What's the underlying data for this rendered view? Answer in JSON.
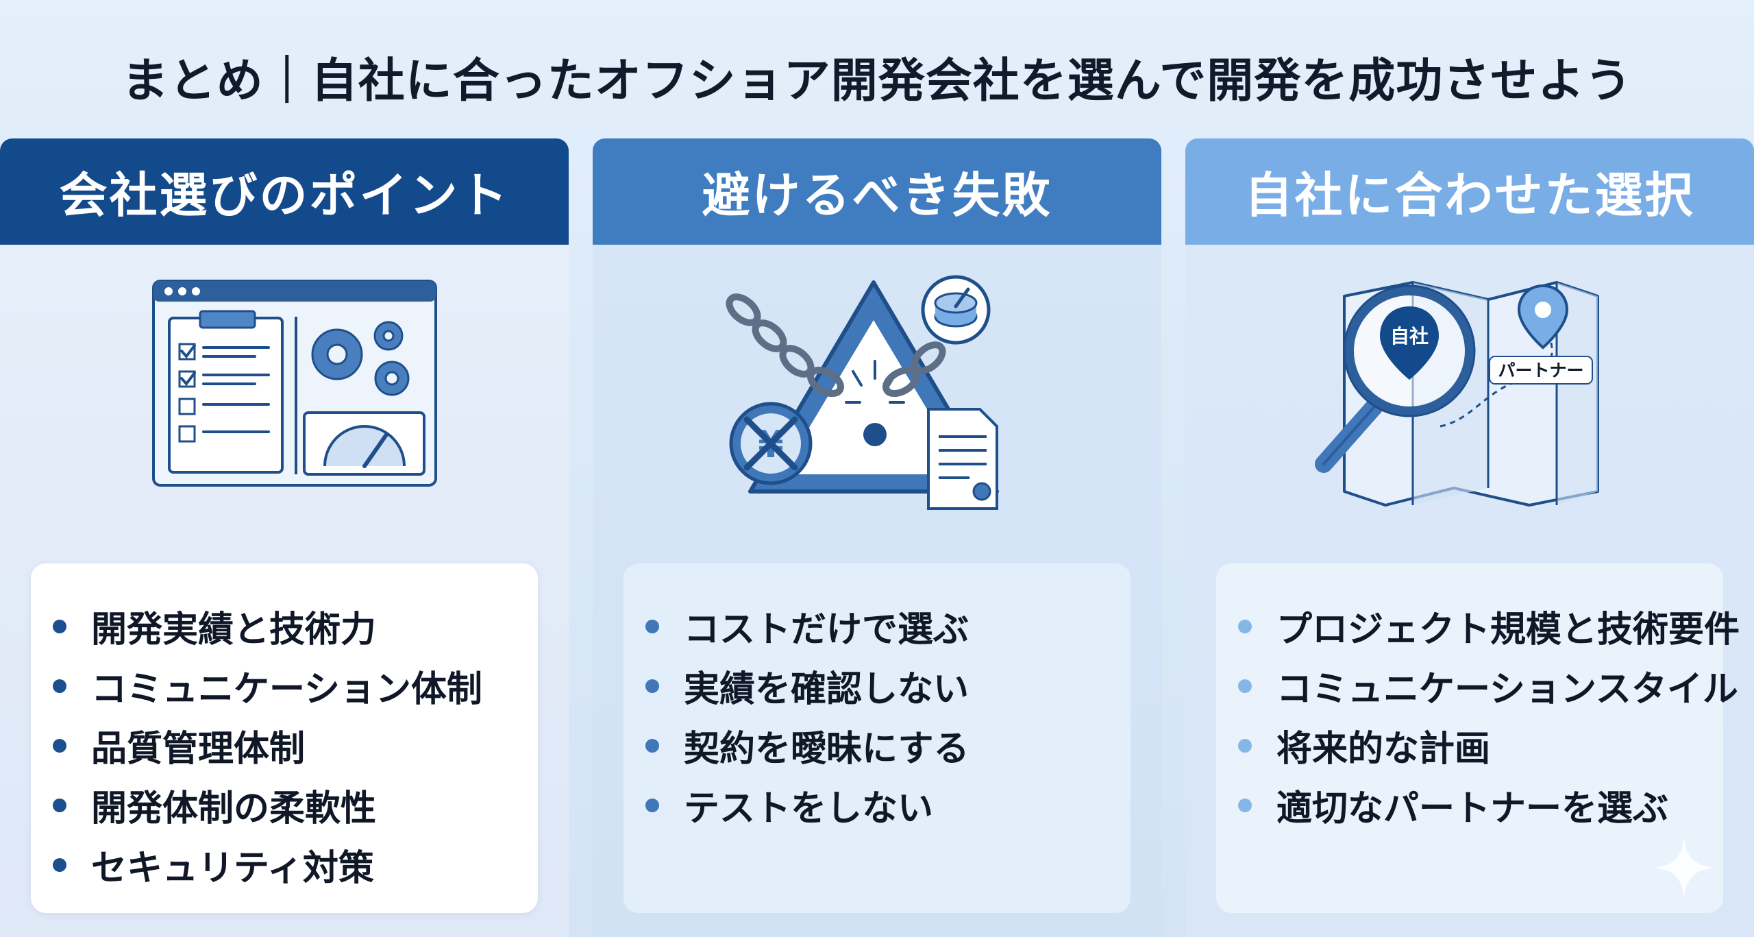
{
  "title": "まとめ｜自社に合ったオフショア開発会社を選んで開発を成功させよう",
  "columns": [
    {
      "header": "会社選びのポイント",
      "items": [
        "開発実績と技術力",
        "コミュニケーション体制",
        "品質管理体制",
        "開発体制の柔軟性",
        "セキュリティ対策"
      ]
    },
    {
      "header": "避けるべき失敗",
      "items": [
        "コストだけで選ぶ",
        "実績を確認しない",
        "契約を曖昧にする",
        "テストをしない"
      ]
    },
    {
      "header": "自社に合わせた選択",
      "items": [
        "プロジェクト規模と技術要件",
        "コミュニケーションスタイル",
        "将来的な計画",
        "適切なパートナーを選ぶ"
      ]
    }
  ],
  "map_labels": {
    "self": "自社",
    "partner": "パートナー"
  },
  "colors": {
    "dark_blue": "#134a8c",
    "mid_blue": "#3f7cc0",
    "light_blue": "#79ade6"
  },
  "icons": [
    "checklist-dashboard-icon",
    "warning-chain-icon",
    "map-magnifier-icon",
    "sparkle-icon"
  ]
}
